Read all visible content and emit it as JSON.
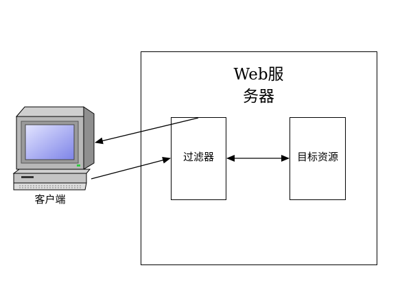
{
  "server": {
    "title_line1": "Web服",
    "title_line2": "务器"
  },
  "filter": {
    "label": "过滤器"
  },
  "resource": {
    "label": "目标资源"
  },
  "client": {
    "label": "客户端",
    "icon": "desktop-computer-icon"
  },
  "colors": {
    "stroke": "#000000",
    "screen_gradient_start": "#e2e4ff",
    "screen_gradient_end": "#7e84e8",
    "monitor_body": "#b8b8b8"
  }
}
